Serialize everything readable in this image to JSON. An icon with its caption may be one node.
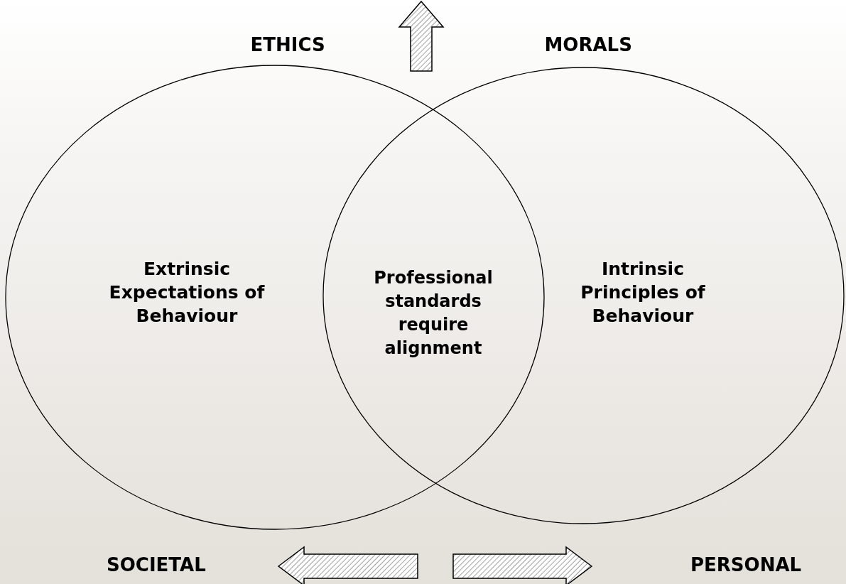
{
  "diagram": {
    "nodes": [
      {
        "text": [
          "Extrinsic Expectations of Behaviour"
        ]
      },
      {
        "text": [
          "Intrinsic Principles of Behaviour"
        ]
      }
    ],
    "edges": [],
    "labels": [
      "ETHICS",
      "MORALS",
      "Professional standards require alignment",
      "SOCIETAL",
      "PERSONAL"
    ]
  }
}
